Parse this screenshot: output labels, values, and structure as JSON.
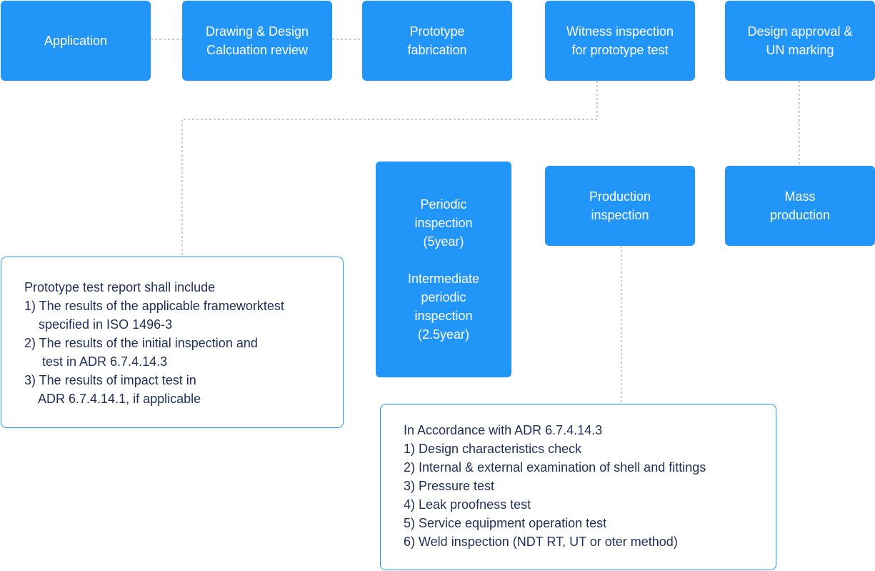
{
  "colors": {
    "box_fill": "#2196f8",
    "box_text": "#ffffff",
    "note_border": "#2196f8",
    "note_text": "#1f2f5c",
    "connector": "#9e9e9e"
  },
  "steps": {
    "application": [
      "Application"
    ],
    "drawing_review": [
      "Drawing & Design",
      "Calcuation review"
    ],
    "prototype_fabrication": [
      "Prototype",
      "fabrication"
    ],
    "witness_inspection": [
      "Witness inspection",
      "for prototype test"
    ],
    "design_approval": [
      "Design approval &",
      "UN marking"
    ],
    "periodic_inspection": {
      "first": [
        "Periodic",
        "inspection",
        "(5year)"
      ],
      "second": [
        "Intermediate",
        "periodic",
        "inspection",
        "(2.5year)"
      ]
    },
    "production_inspection": [
      "Production",
      "inspection"
    ],
    "mass_production": [
      "Mass",
      "production"
    ]
  },
  "notes": {
    "prototype_report": [
      "Prototype test report shall include",
      "1) The results of the applicable frameworktest",
      "    specified in ISO 1496-3",
      "2) The results of the initial inspection and",
      "     test in ADR 6.7.4.14.3",
      "3) The results of impact test in",
      "    ADR 6.7.4.14.1, if applicable"
    ],
    "production_requirements": [
      "In Accordance with ADR 6.7.4.14.3",
      "1) Design characteristics check",
      "2) Internal & external examination of shell and fittings",
      "3) Pressure test",
      "4) Leak proofness test",
      "5) Service equipment operation test",
      "6) Weld inspection (NDT RT, UT or oter method)"
    ]
  }
}
